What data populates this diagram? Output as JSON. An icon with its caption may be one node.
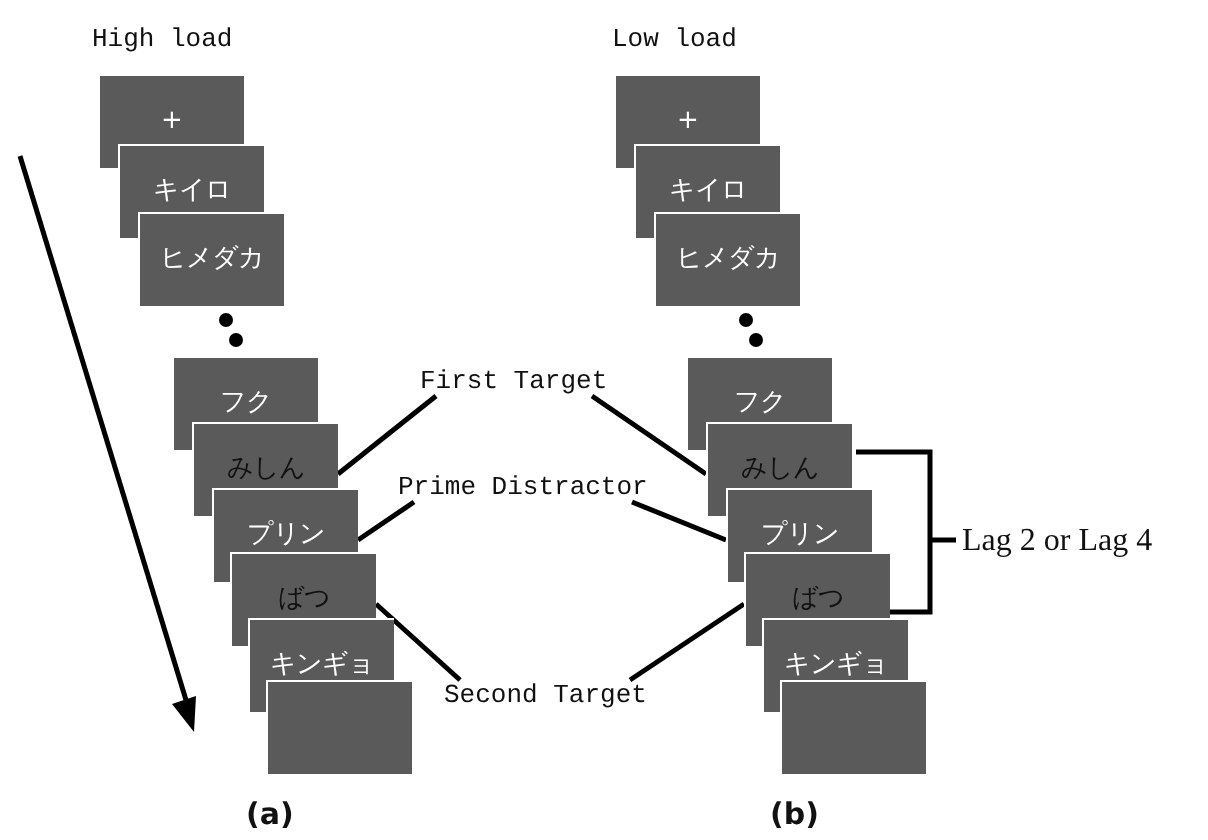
{
  "diagram": {
    "nodes": [
      {
        "text": [
          "+"
        ]
      },
      {
        "text": [
          "キイロ"
        ]
      },
      {
        "text": [
          "ヒメダカ"
        ]
      },
      {
        "text": [
          "フク"
        ]
      },
      {
        "text": [
          "みしん"
        ]
      },
      {
        "text": [
          "プリン"
        ]
      },
      {
        "text": [
          "ばつ"
        ]
      },
      {
        "text": [
          "キンギョ"
        ]
      },
      {
        "text": [],
        "shape": "box"
      },
      {
        "text": [
          "+"
        ]
      },
      {
        "text": [
          "キイロ"
        ]
      },
      {
        "text": [
          "ヒメダカ"
        ]
      },
      {
        "text": [
          "フク"
        ]
      },
      {
        "text": [
          "みしん"
        ]
      },
      {
        "text": [
          "プリン"
        ]
      },
      {
        "text": [
          "ばつ"
        ]
      },
      {
        "text": [
          "キンギョ"
        ]
      },
      {
        "text": [],
        "shape": "box"
      },
      {
        "text": [
          "First Target"
        ]
      },
      {
        "text": [
          "Prime Distractor"
        ]
      },
      {
        "text": [
          "Second Target"
        ]
      }
    ],
    "edges": [
      {
        "from": 18,
        "to": 4,
        "arrow": "none"
      },
      {
        "from": 18,
        "to": 13,
        "arrow": "none"
      },
      {
        "from": 19,
        "to": 5,
        "arrow": "none"
      },
      {
        "from": 19,
        "to": 14,
        "arrow": "none"
      },
      {
        "from": 20,
        "to": 6,
        "arrow": "none"
      },
      {
        "from": 20,
        "to": 15,
        "arrow": "none"
      }
    ],
    "labels": [
      "High load",
      "Low load",
      "Lag 2 or Lag 4",
      "(a)",
      "(b)"
    ]
  }
}
